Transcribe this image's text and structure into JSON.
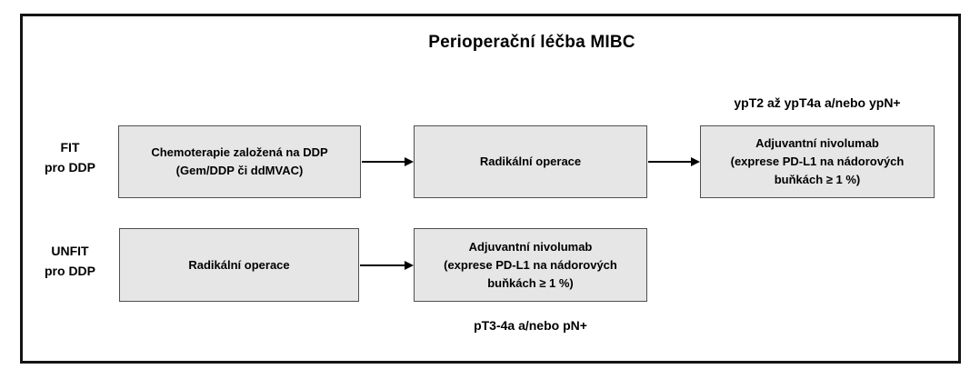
{
  "diagram": {
    "title": "Perioperační léčba MIBC",
    "colors": {
      "box_fill": "#e6e6e6",
      "box_border": "#4f4f4f",
      "frame_border": "#141414",
      "arrow": "#000000",
      "text": "#000000",
      "background": "#ffffff"
    },
    "rows": [
      {
        "label_lines": [
          "FIT",
          "pro DDP"
        ],
        "annotation": "ypT2 až ypT4a a/nebo ypN+",
        "boxes": [
          {
            "lines": [
              "Chemoterapie založená na DDP",
              "(Gem/DDP či ddMVAC)"
            ]
          },
          {
            "lines": [
              "Radikální operace"
            ]
          },
          {
            "lines": [
              "Adjuvantní nivolumab",
              "(exprese PD-L1 na nádorových",
              "buňkách ≥ 1 %)"
            ]
          }
        ]
      },
      {
        "label_lines": [
          "UNFIT",
          "pro DDP"
        ],
        "annotation": "pT3-4a a/nebo pN+",
        "boxes": [
          {
            "lines": [
              "Radikální operace"
            ]
          },
          {
            "lines": [
              "Adjuvantní nivolumab",
              "(exprese PD-L1 na nádorových",
              "buňkách ≥ 1 %)"
            ]
          }
        ]
      }
    ]
  }
}
